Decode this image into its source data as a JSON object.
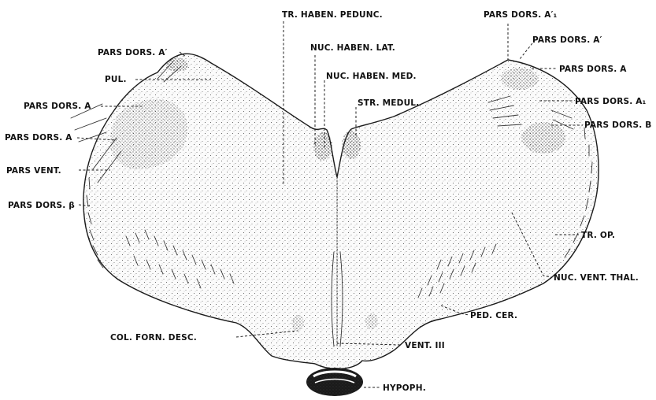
{
  "labels": {
    "tr_haben_pedunc": "TR. HABEN. PEDUNC.",
    "pars_dors_a1_prime": "PARS DORS. A′₁",
    "pars_dors_a_prime_left": "PARS DORS. A′",
    "pars_dors_a_prime_right": "PARS DORS. A′",
    "nuc_haben_lat": "NUC. HABEN. LAT.",
    "pul": "PUL.",
    "nuc_haben_med": "NUC. HABEN. MED.",
    "pars_dors_a_right_top": "PARS DORS. A",
    "pars_dors_a_left_upper": "PARS DORS. A",
    "str_medul": "STR. MEDUL.",
    "pars_dors_a1_right": "PARS DORS. A₁",
    "pars_dors_a_left_lower": "PARS DORS. A",
    "pars_dors_b_right": "PARS DORS. B",
    "pars_vent": "PARS VENT.",
    "pars_dors_beta": "PARS DORS. β",
    "tr_op": "TR. OP.",
    "nuc_vent_thal": "NUC. VENT. THAL.",
    "ped_cer": "PED. CER.",
    "col_forn_desc": "COL. FORN. DESC.",
    "vent_iii": "VENT. III",
    "hypoph": "HYPOPH."
  }
}
